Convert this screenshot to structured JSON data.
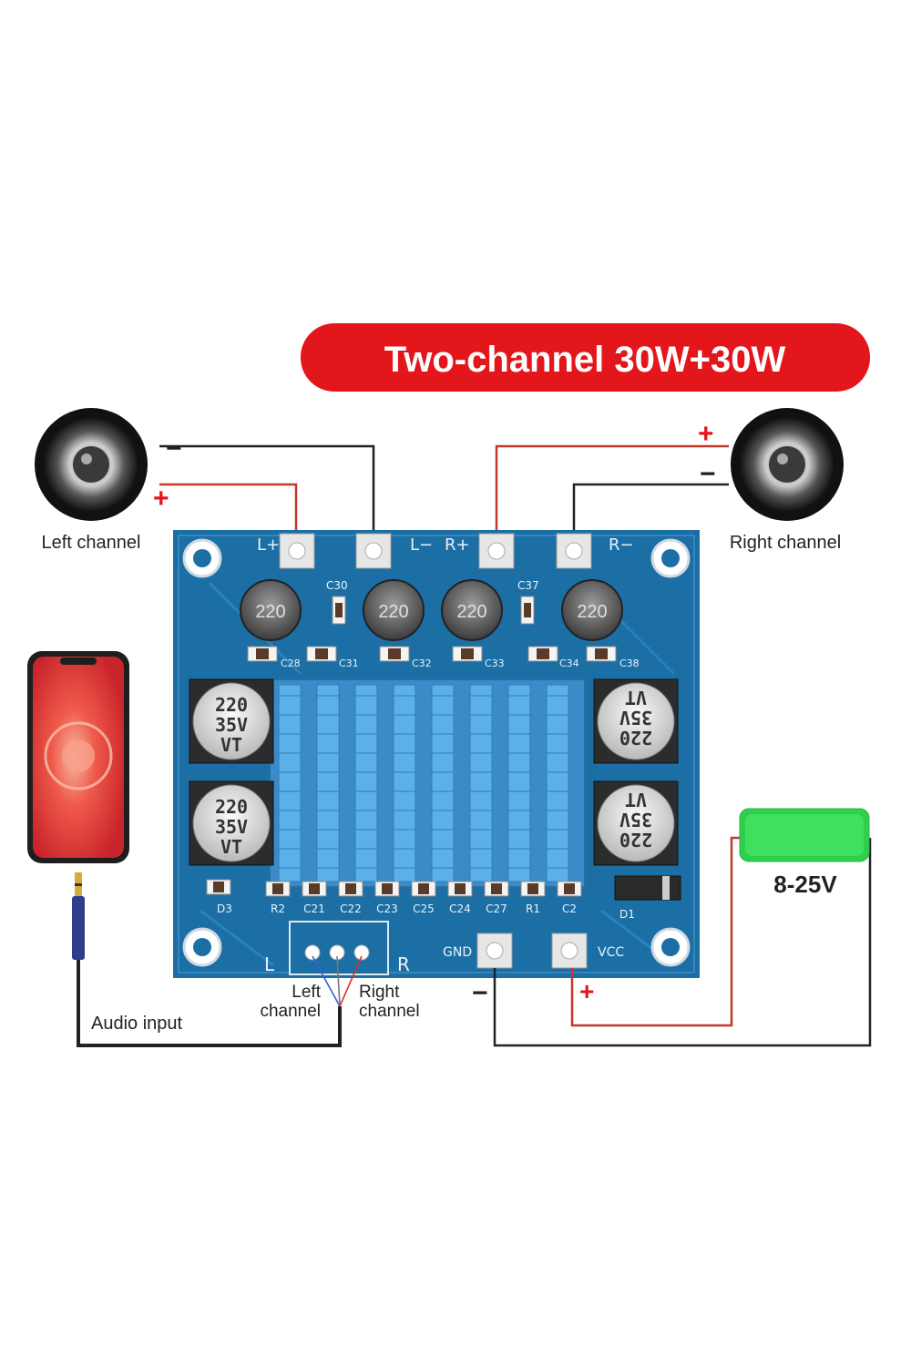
{
  "title": "Two-channel 30W+30W",
  "speakers": {
    "left": {
      "label": "Left channel",
      "minus": "−",
      "plus": "+"
    },
    "right": {
      "label": "Right channel",
      "plus": "+",
      "minus": "−"
    }
  },
  "terminals": {
    "l_plus": "L+",
    "l_minus": "L−",
    "r_plus": "R+",
    "r_minus": "R−",
    "gnd": "GND",
    "vcc": "VCC"
  },
  "inductors": [
    "220",
    "220",
    "220",
    "220"
  ],
  "capacitor": {
    "line1": "220",
    "line2": "35V",
    "line3": "VT"
  },
  "silkscreen": {
    "c30": "C30",
    "c37": "C37",
    "top_row": [
      "C28",
      "C31",
      "C32",
      "C33",
      "C34",
      "C38"
    ],
    "bottom_row": [
      "R2",
      "C21",
      "C22",
      "C23",
      "C25",
      "C24",
      "C27",
      "R1",
      "C2"
    ],
    "d3": "D3",
    "d1": "D1",
    "l": "L",
    "r": "R"
  },
  "audio": {
    "input_label": "Audio input",
    "left_line1": "Left",
    "left_line2": "channel",
    "right_line1": "Right",
    "right_line2": "channel"
  },
  "power": {
    "voltage": "8-25V",
    "minus": "−",
    "plus": "+"
  },
  "colors": {
    "title_bg": "#e3161b",
    "pcb": "#1b6fa5",
    "heatsink": "#4aa0dc",
    "battery": "#2fcf4e",
    "wire_red": "#c0392b",
    "wire_black": "#222222"
  }
}
